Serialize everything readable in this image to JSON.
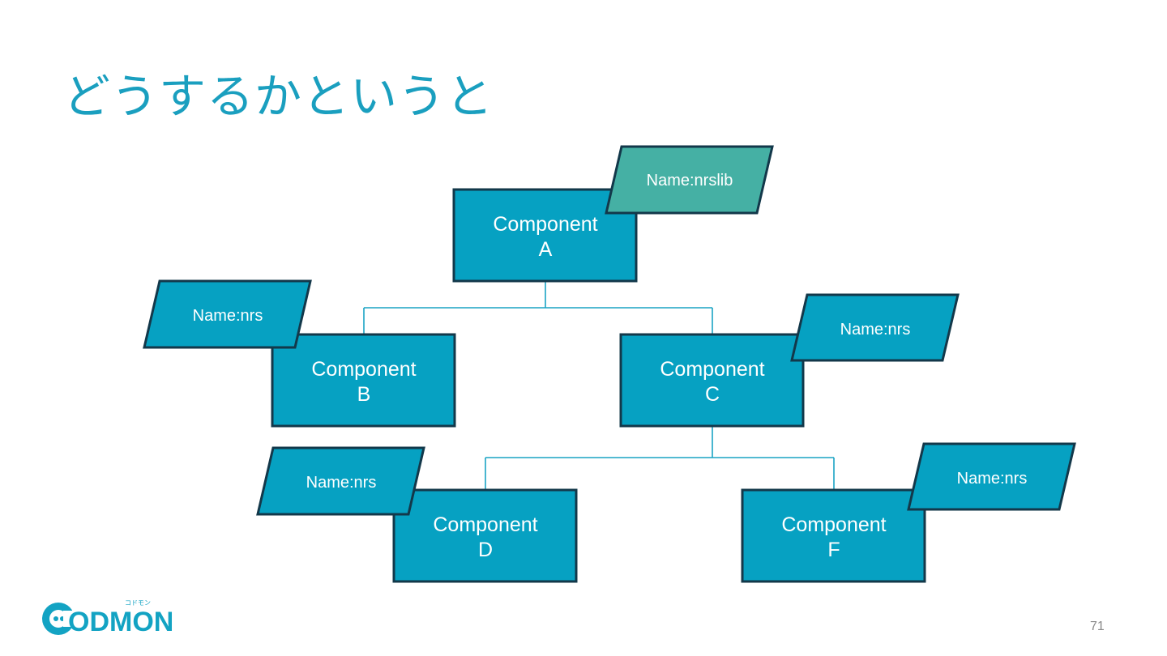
{
  "slide": {
    "title": "どうするかというと",
    "page_number": "71"
  },
  "colors": {
    "title": "#1a9fbf",
    "component_fill": "#06a1c2",
    "border": "#13384a",
    "highlight_tag_fill": "#45b0a4",
    "connector": "#1aa3c4",
    "logo": "#13a3c3"
  },
  "logo": {
    "text": "CODMON",
    "kana": "コドモン"
  },
  "diagram": {
    "components": [
      {
        "id": "A",
        "line1": "Component",
        "line2": "A"
      },
      {
        "id": "B",
        "line1": "Component",
        "line2": "B"
      },
      {
        "id": "C",
        "line1": "Component",
        "line2": "C"
      },
      {
        "id": "D",
        "line1": "Component",
        "line2": "D"
      },
      {
        "id": "F",
        "line1": "Component",
        "line2": "F"
      }
    ],
    "tags": [
      {
        "attached_to": "A",
        "label": "Name:nrslib",
        "highlight": true
      },
      {
        "attached_to": "B",
        "label": "Name:nrs",
        "highlight": false
      },
      {
        "attached_to": "C",
        "label": "Name:nrs",
        "highlight": false
      },
      {
        "attached_to": "D",
        "label": "Name:nrs",
        "highlight": false
      },
      {
        "attached_to": "F",
        "label": "Name:nrs",
        "highlight": false
      }
    ],
    "edges": [
      {
        "from": "A",
        "to": "B"
      },
      {
        "from": "A",
        "to": "C"
      },
      {
        "from": "C",
        "to": "D"
      },
      {
        "from": "C",
        "to": "F"
      }
    ]
  }
}
